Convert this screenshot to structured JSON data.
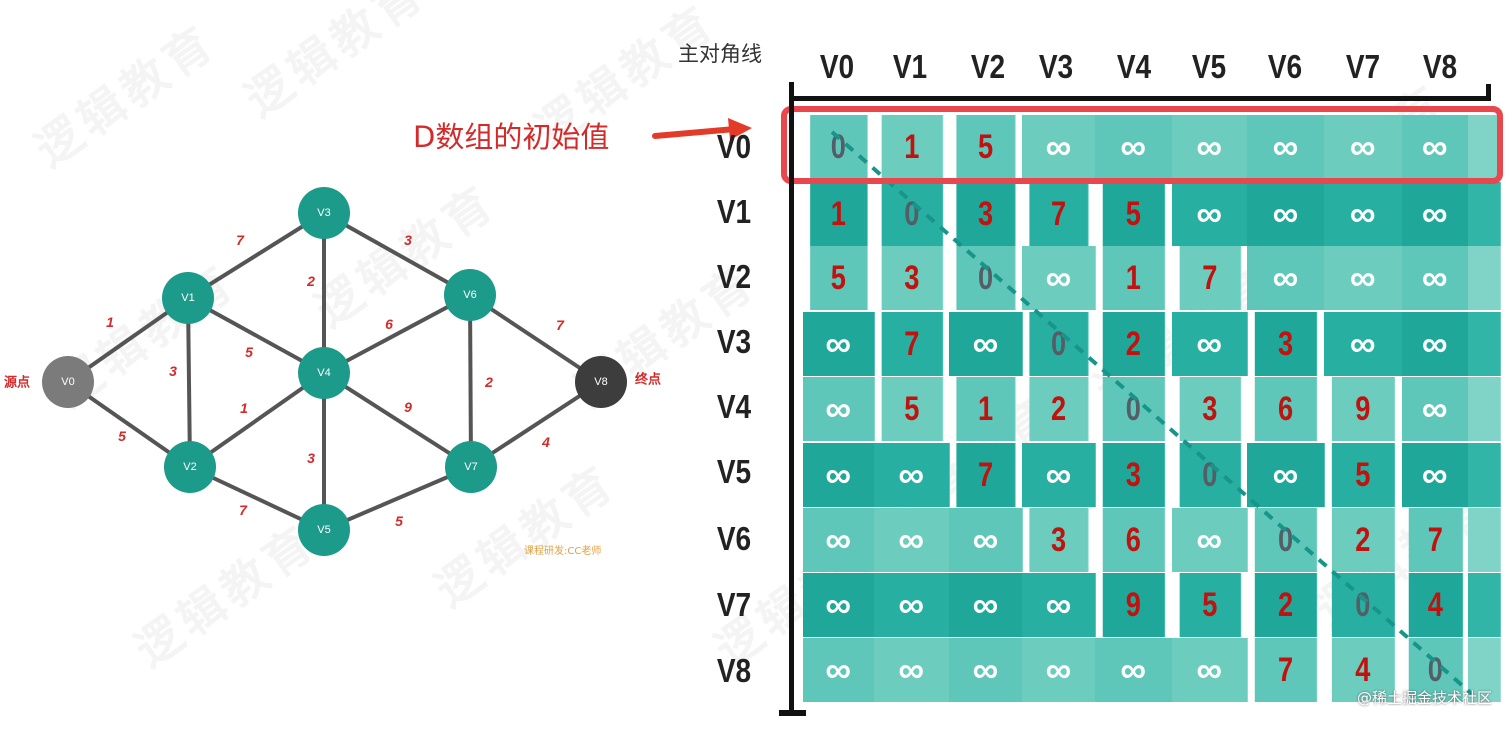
{
  "watermark_text": "逻辑教育",
  "graph": {
    "nodes": [
      {
        "id": "V0",
        "color": "#7b7b7b"
      },
      {
        "id": "V1",
        "color": "#1c9a8a"
      },
      {
        "id": "V2",
        "color": "#1c9a8a"
      },
      {
        "id": "V3",
        "color": "#1c9a8a"
      },
      {
        "id": "V4",
        "color": "#1c9a8a"
      },
      {
        "id": "V5",
        "color": "#1c9a8a"
      },
      {
        "id": "V6",
        "color": "#1c9a8a"
      },
      {
        "id": "V7",
        "color": "#1c9a8a"
      },
      {
        "id": "V8",
        "color": "#3d3d3d"
      }
    ],
    "edges": [
      {
        "from": "V0",
        "to": "V1",
        "weight": "1"
      },
      {
        "from": "V0",
        "to": "V2",
        "weight": "5"
      },
      {
        "from": "V1",
        "to": "V2",
        "weight": "3"
      },
      {
        "from": "V1",
        "to": "V3",
        "weight": "7"
      },
      {
        "from": "V1",
        "to": "V4",
        "weight": "5"
      },
      {
        "from": "V2",
        "to": "V4",
        "weight": "1"
      },
      {
        "from": "V2",
        "to": "V5",
        "weight": "7"
      },
      {
        "from": "V3",
        "to": "V4",
        "weight": "2"
      },
      {
        "from": "V3",
        "to": "V6",
        "weight": "3"
      },
      {
        "from": "V4",
        "to": "V5",
        "weight": "3"
      },
      {
        "from": "V4",
        "to": "V6",
        "weight": "6"
      },
      {
        "from": "V4",
        "to": "V7",
        "weight": "9"
      },
      {
        "from": "V5",
        "to": "V7",
        "weight": "5"
      },
      {
        "from": "V6",
        "to": "V7",
        "weight": "2"
      },
      {
        "from": "V6",
        "to": "V8",
        "weight": "7"
      },
      {
        "from": "V7",
        "to": "V8",
        "weight": "4"
      }
    ],
    "source_label": "源点",
    "target_label": "终点",
    "credit": "课程研发:CC老师",
    "edge_color": "#555555",
    "weight_color": "#d42a2a"
  },
  "matrix_section": {
    "title": "主对角线",
    "init_label": "D数组的初始值",
    "highlight_color": "#e8474e",
    "col_headers": [
      "V0",
      "V1",
      "V2",
      "V3",
      "V4",
      "V5",
      "V6",
      "V7",
      "V8"
    ],
    "row_headers": [
      "V0",
      "V1",
      "V2",
      "V3",
      "V4",
      "V5",
      "V6",
      "V7",
      "V8"
    ],
    "cells": [
      [
        "0",
        "1",
        "5",
        "∞",
        "∞",
        "∞",
        "∞",
        "∞",
        "∞"
      ],
      [
        "1",
        "0",
        "3",
        "7",
        "5",
        "∞",
        "∞",
        "∞",
        "∞"
      ],
      [
        "5",
        "3",
        "0",
        "∞",
        "1",
        "7",
        "∞",
        "∞",
        "∞"
      ],
      [
        "∞",
        "7",
        "∞",
        "0",
        "2",
        "∞",
        "3",
        "∞",
        "∞"
      ],
      [
        "∞",
        "5",
        "1",
        "2",
        "0",
        "3",
        "6",
        "9",
        "∞"
      ],
      [
        "∞",
        "∞",
        "7",
        "∞",
        "3",
        "0",
        "∞",
        "5",
        "∞"
      ],
      [
        "∞",
        "∞",
        "∞",
        "3",
        "6",
        "∞",
        "0",
        "2",
        "7"
      ],
      [
        "∞",
        "∞",
        "∞",
        "∞",
        "9",
        "5",
        "2",
        "0",
        "4"
      ],
      [
        "∞",
        "∞",
        "∞",
        "∞",
        "∞",
        "∞",
        "7",
        "4",
        "0"
      ]
    ],
    "cell_colors": [
      "#5cc6b8",
      "#1faa9c",
      "#79d0c4"
    ],
    "site_mark": "@稀土掘金技术社区"
  }
}
